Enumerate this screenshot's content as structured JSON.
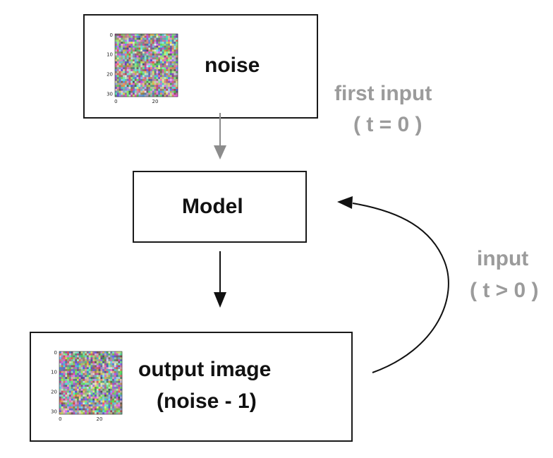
{
  "nodes": {
    "noise": {
      "label": "noise"
    },
    "model": {
      "label": "Model"
    },
    "output": {
      "label_line1": "output image",
      "label_line2": "(noise - 1)"
    }
  },
  "edges": {
    "first_input": {
      "line1": "first input",
      "line2": "( t = 0 )"
    },
    "loop_input": {
      "line1": "input",
      "line2": "( t > 0 )"
    }
  },
  "thumbnails": {
    "y_ticks": [
      "0",
      "10",
      "20",
      "30"
    ],
    "x_ticks": [
      "0",
      "20"
    ]
  },
  "colors": {
    "box_border": "#1a1a1a",
    "gray_text": "#9b9b9b",
    "gray_arrow": "#8c8c8c",
    "dark_arrow": "#111111"
  }
}
